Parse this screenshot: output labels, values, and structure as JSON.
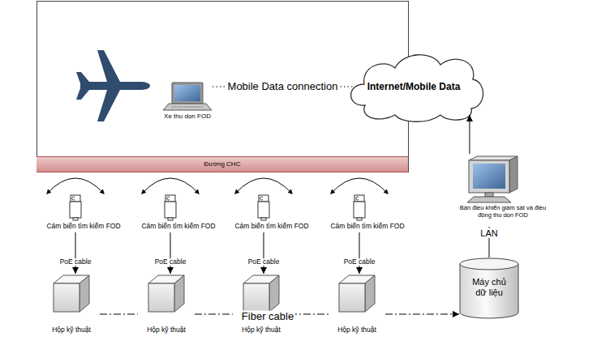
{
  "diagram": {
    "nodes": [
      {
        "text": [
          "Xe thu dọn FOD"
        ]
      },
      {
        "text": [
          "Internet/Mobile Data"
        ]
      },
      {
        "text": [
          "Đường CHC"
        ]
      },
      {
        "text": [
          "Bàn điều khiển giám sát và điều động thu dọn FOD"
        ]
      },
      {
        "text": [
          "Cảm biến tìm kiếm FOD"
        ]
      },
      {
        "text": [
          "Cảm biến tìm kiếm FOD"
        ]
      },
      {
        "text": [
          "Cảm biến tìm kiếm FOD"
        ]
      },
      {
        "text": [
          "Cảm biến tìm kiếm FOD"
        ]
      },
      {
        "text": [
          "Máy chủ dữ liệu"
        ]
      },
      {
        "text": [
          "Hộp kỹ thuật"
        ]
      },
      {
        "text": [
          "Hộp kỹ thuật"
        ]
      },
      {
        "text": [
          "Hộp kỹ thuật"
        ]
      },
      {
        "text": [
          "Hộp kỹ thuật"
        ]
      }
    ],
    "edges": [
      {
        "from": 0,
        "to": 1,
        "arrow": "none",
        "label": "Mobile Data connection"
      },
      {
        "from": 3,
        "to": 1,
        "arrow": "to"
      },
      {
        "from": 3,
        "to": 8,
        "arrow": "none",
        "label": "LAN"
      },
      {
        "from": 4,
        "to": 9,
        "arrow": "to",
        "label": "PoE cable"
      },
      {
        "from": 5,
        "to": 10,
        "arrow": "to",
        "label": "PoE cable"
      },
      {
        "from": 6,
        "to": 11,
        "arrow": "to",
        "label": "PoE cable"
      },
      {
        "from": 7,
        "to": 12,
        "arrow": "to",
        "label": "PoE cable"
      },
      {
        "from": 9,
        "to": 10,
        "arrow": "none"
      },
      {
        "from": 10,
        "to": 11,
        "arrow": "none",
        "label": "Fiber cable"
      },
      {
        "from": 11,
        "to": 12,
        "arrow": "none"
      },
      {
        "from": 12,
        "to": 8,
        "arrow": "to"
      }
    ]
  }
}
